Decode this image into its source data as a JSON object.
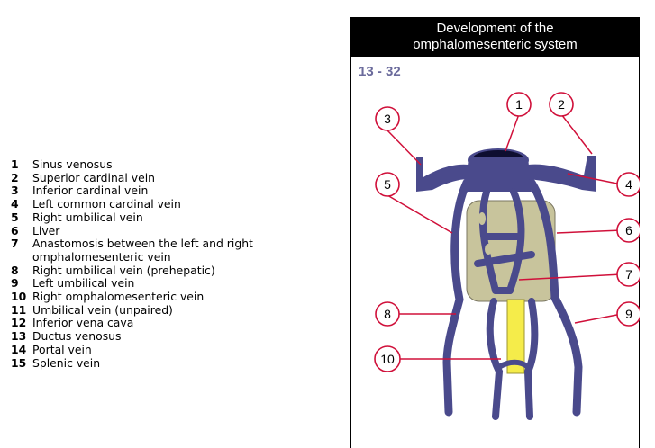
{
  "legend": [
    {
      "num": "1",
      "text": "Sinus venosus"
    },
    {
      "num": "2",
      "text": "Superior cardinal vein"
    },
    {
      "num": "3",
      "text": "Inferior cardinal vein"
    },
    {
      "num": "4",
      "text": "Left common cardinal vein"
    },
    {
      "num": "5",
      "text": "Right umbilical vein"
    },
    {
      "num": "6",
      "text": "Liver"
    },
    {
      "num": "7",
      "text": "Anastomosis between the left and right omphalomesenteric vein"
    },
    {
      "num": "8",
      "text": "Right umbilical vein (prehepatic)"
    },
    {
      "num": "9",
      "text": "Left umbilical vein"
    },
    {
      "num": "10",
      "text": "Right omphalomesenteric vein"
    },
    {
      "num": "11",
      "text": "Umbilical vein (unpaired)"
    },
    {
      "num": "12",
      "text": "Inferior vena cava"
    },
    {
      "num": "13",
      "text": "Ductus venosus"
    },
    {
      "num": "14",
      "text": "Portal vein"
    },
    {
      "num": "15",
      "text": "Splenic vein"
    }
  ],
  "panel": {
    "title_line1": "Development of the",
    "title_line2": "omphalomesenteric system",
    "figure_id": "13 - 32"
  },
  "callouts": {
    "c1": "1",
    "c2": "2",
    "c3": "3",
    "c4": "4",
    "c5": "5",
    "c6": "6",
    "c7": "7",
    "c8": "8",
    "c9": "9",
    "c10": "10"
  },
  "colors": {
    "vein": "#4a4a8c",
    "liver": "#c8c49c",
    "duct": "#f5ec4a",
    "callout": "#d0103a"
  }
}
